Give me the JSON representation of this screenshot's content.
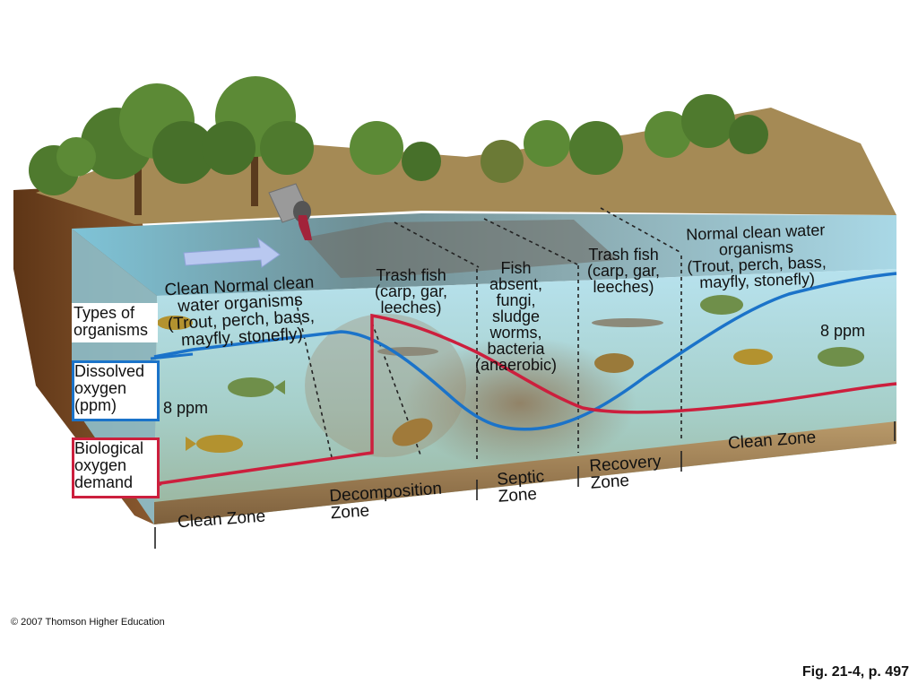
{
  "legend": {
    "types_line1": "Types of",
    "types_line2": "organisms",
    "oxygen_line1": "Dissolved",
    "oxygen_line2": "oxygen",
    "oxygen_line3": "(ppm)",
    "bod_line1": "Biological",
    "bod_line2": "oxygen",
    "bod_line3": "demand"
  },
  "organisms": {
    "clean_left": [
      "Clean Normal clean",
      "water organisms",
      "(Trout, perch, bass,",
      "mayfly, stonefly)"
    ],
    "decomposition": [
      "Trash fish",
      "(carp, gar,",
      "leeches)"
    ],
    "septic": [
      "Fish",
      "absent,",
      "fungi,",
      "sludge",
      "worms,",
      "bacteria",
      "(anaerobic)"
    ],
    "recovery": [
      "Trash fish",
      "(carp, gar,",
      "leeches)"
    ],
    "clean_right": [
      "Normal clean water",
      "organisms",
      "(Trout, perch, bass,",
      "mayfly, stonefly)"
    ]
  },
  "ppm": {
    "left": "8 ppm",
    "right": "8 ppm"
  },
  "zones": {
    "clean_left": "Clean Zone",
    "decomposition_line1": "Decomposition",
    "decomposition_line2": "Zone",
    "septic_line1": "Septic",
    "septic_line2": "Zone",
    "recovery_line1": "Recovery",
    "recovery_line2": "Zone",
    "clean_right": "Clean Zone"
  },
  "colors": {
    "dissolved_oxygen": "#1b73c9",
    "biological_oxygen_demand": "#cc1f3d",
    "water": "#9fd3e2",
    "riverbed": "#8a6a45",
    "bank_soil": "#7a4a24",
    "foliage": "#4f7a2e",
    "pipe": "#9a9a9a",
    "effluent": "#a2233a"
  },
  "icons": [
    "factory-pipe-icon",
    "flow-arrow-icon",
    "tree-icon",
    "fish-icon"
  ],
  "footer": {
    "copyright": "© 2007 Thomson Higher Education",
    "figure": "Fig. 21-4, p. 497"
  }
}
